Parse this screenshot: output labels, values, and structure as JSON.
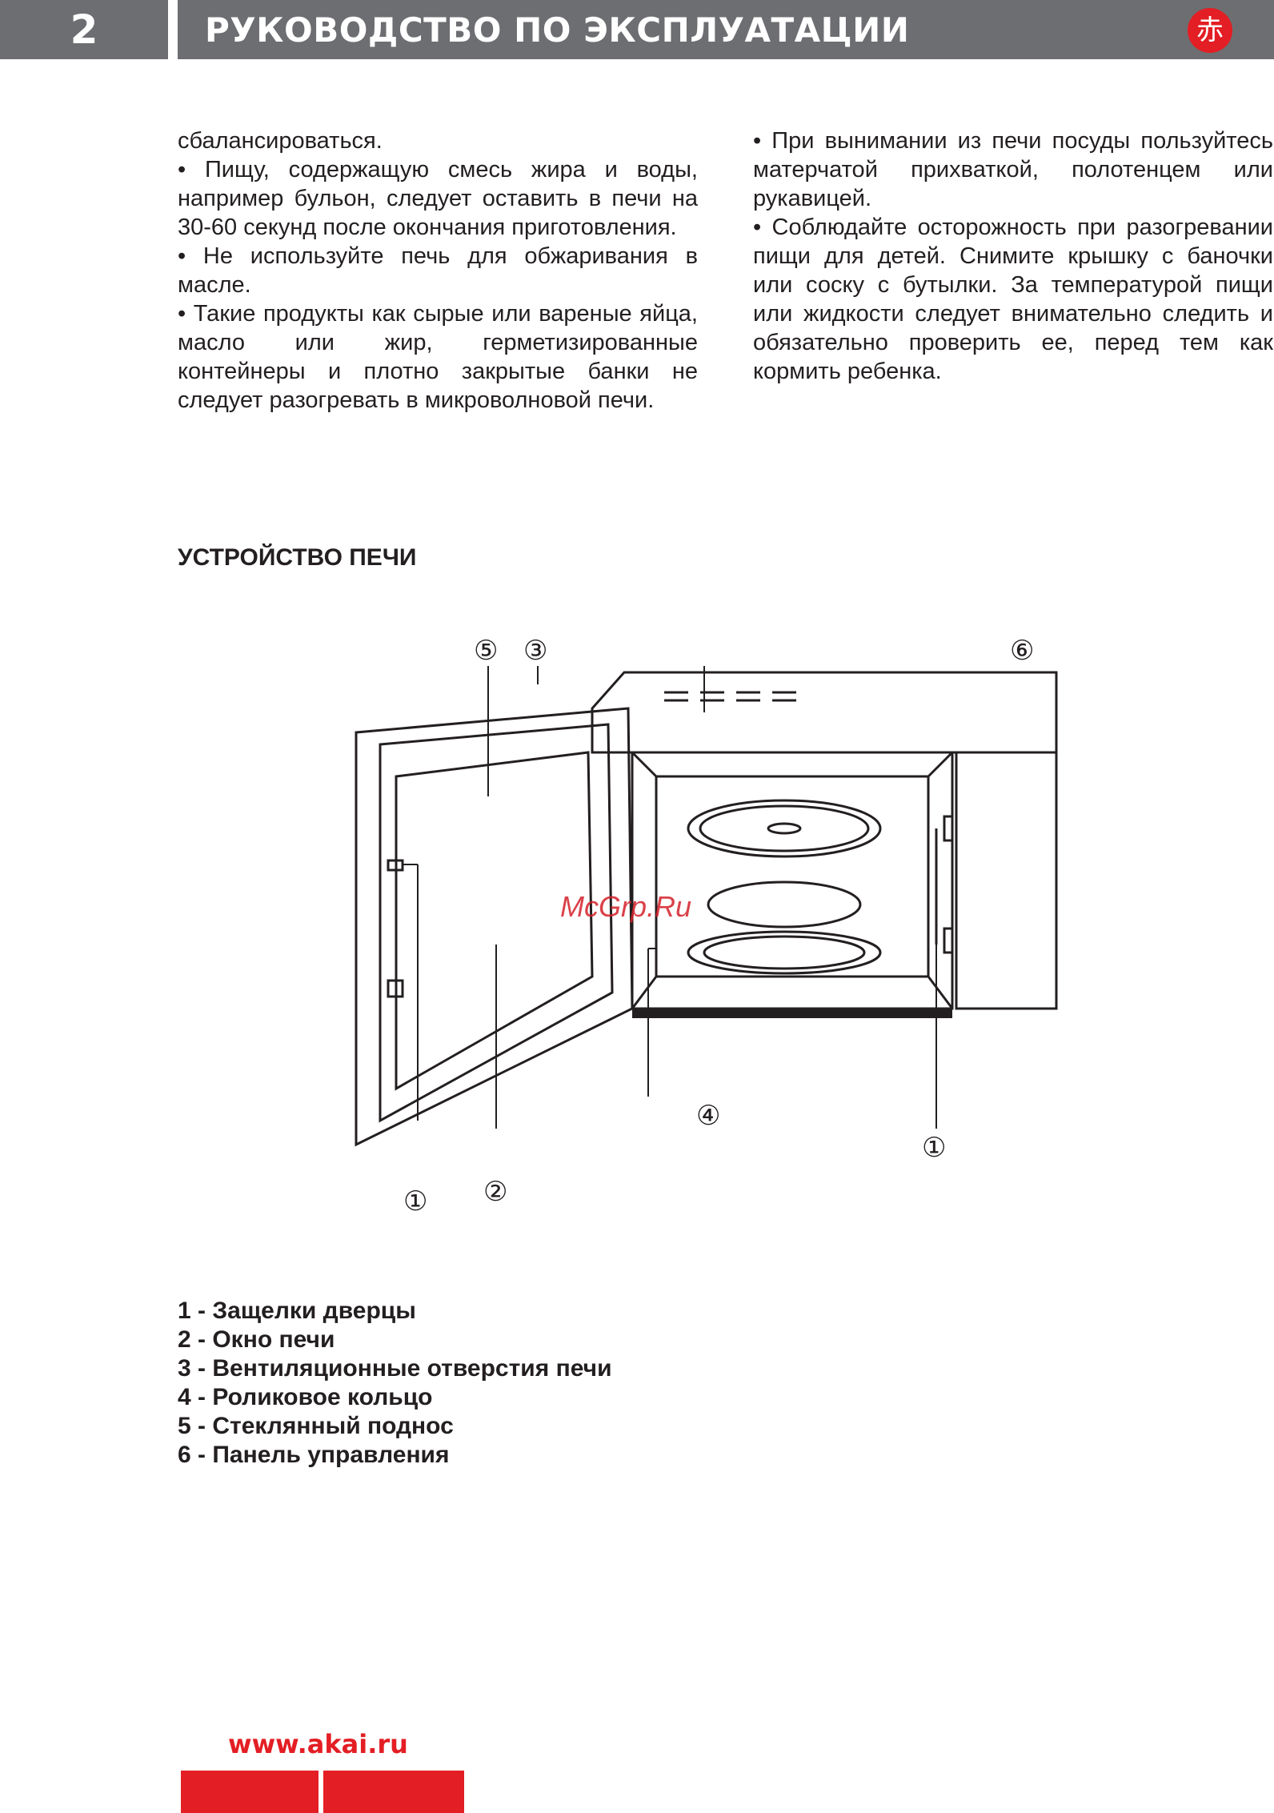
{
  "header": {
    "page_number": "2",
    "title": "РУКОВОДСТВО ПО ЭКСПЛУАТАЦИИ",
    "logo_glyph": "赤"
  },
  "left_column": [
    "сбалансироваться.",
    "• Пищу, содержащую смесь жира и воды, например бульон, следует оставить в печи на 30-60 секунд после окончания приготовления.",
    "• Не используйте печь для обжаривания в масле.",
    "• Такие продукты как сырые или вареные яйца, масло или жир, герметизированные контейнеры и плотно закрытые банки не следует разогревать в микроволновой печи."
  ],
  "right_column": [
    "• При вынимании из печи посуды пользуйтесь матерчатой прихваткой, полотенцем или рукавицей.",
    "• Соблюдайте осторожность при разогревании пищи для детей. Снимите крышку с баночки или соску с бутылки. За температурой пищи или жидкости следует внимательно следить и обязательно проверить ее, перед тем как кормить ребенка."
  ],
  "section_title": "УСТРОЙСТВО ПЕЧИ",
  "diagram": {
    "callouts": [
      "⑤",
      "③",
      "⑥",
      "④",
      "①",
      "①",
      "②"
    ]
  },
  "watermark": "McGrp.Ru",
  "legend": [
    "1 - Защелки дверцы",
    "2 - Окно печи",
    "3 - Вентиляционные отверстия печи",
    "4 - Роликовое кольцо",
    "5 - Стеклянный поднос",
    "6 - Панель управления"
  ],
  "footer": {
    "url": "www.akai.ru"
  },
  "colors": {
    "header_gray": "#6d6e71",
    "brand_red": "#e31e24"
  }
}
